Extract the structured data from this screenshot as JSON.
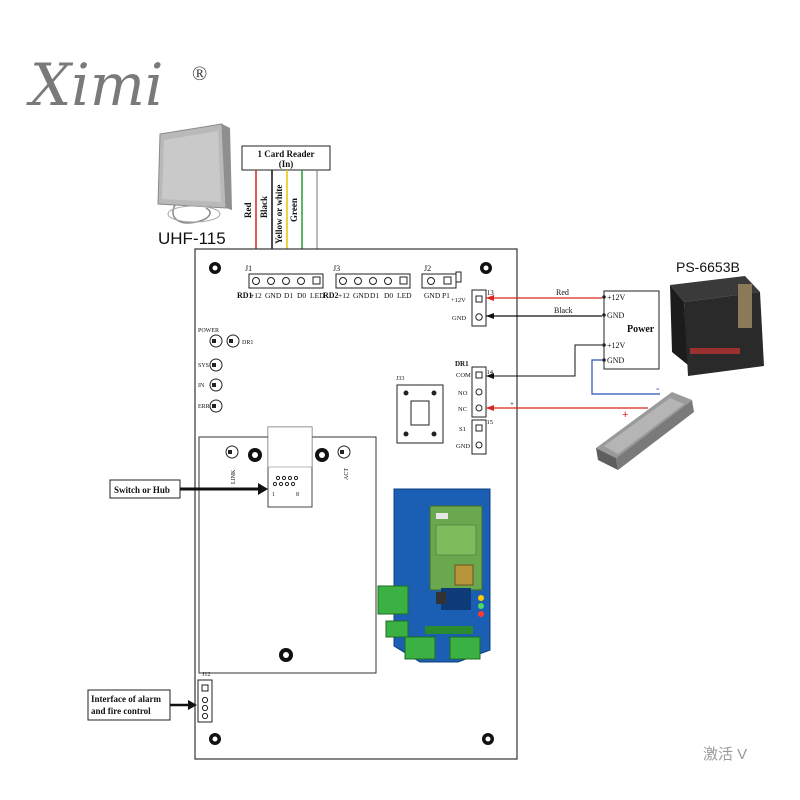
{
  "brand": {
    "logo_text": "Ximi",
    "registered_mark": "®"
  },
  "reader": {
    "model": "UHF-115",
    "box_title_line1": "1 Card Reader",
    "box_title_line2": "(In)",
    "wires": [
      {
        "label": "Red",
        "color": "#d9261c"
      },
      {
        "label": "Black",
        "color": "#111111"
      },
      {
        "label": "Yellow or white",
        "color": "#e8c400"
      },
      {
        "label": "Green",
        "color": "#22a030"
      }
    ]
  },
  "board": {
    "j1_label": "J1",
    "rd1_label": "RD1",
    "rd1_pins": [
      "+12",
      "GND",
      "D1",
      "D0",
      "LED"
    ],
    "j3_label": "J3",
    "rd2_label": "RD2",
    "rd2_pins": [
      "+12",
      "GND",
      "D1",
      "D0",
      "LED"
    ],
    "j2_label": "J2",
    "j2_pins": [
      "GND",
      "P1"
    ],
    "j13_label": "J13",
    "j13_pins": [
      "+12V",
      "GND"
    ],
    "leds": [
      "POWER",
      "SYS",
      "IN",
      "ERR"
    ],
    "dr1_led": "DR1",
    "relay_label": "DR1",
    "j14_label": "J14",
    "relay_pins": [
      "COM",
      "NO",
      "NC"
    ],
    "j15_label": "J15",
    "j15_pins": [
      "S1",
      "GND"
    ],
    "j33_label": "J33",
    "link_label": "LINK",
    "act_label": "ACT",
    "rj45_pin_first": "1",
    "rj45_pin_last": "8",
    "j12_label": "J12"
  },
  "power": {
    "model": "PS-6653B",
    "box_label": "Power",
    "terminals": [
      "+12V",
      "GND",
      "+12V",
      "GND"
    ],
    "wire_red_label": "Red",
    "wire_black_label": "Black"
  },
  "lock": {
    "plus": "+",
    "minus": "-"
  },
  "callouts": {
    "switch": "Switch or Hub",
    "alarm_line1": "Interface of alarm",
    "alarm_line2": "and fire control"
  },
  "watermark": "激活 V"
}
